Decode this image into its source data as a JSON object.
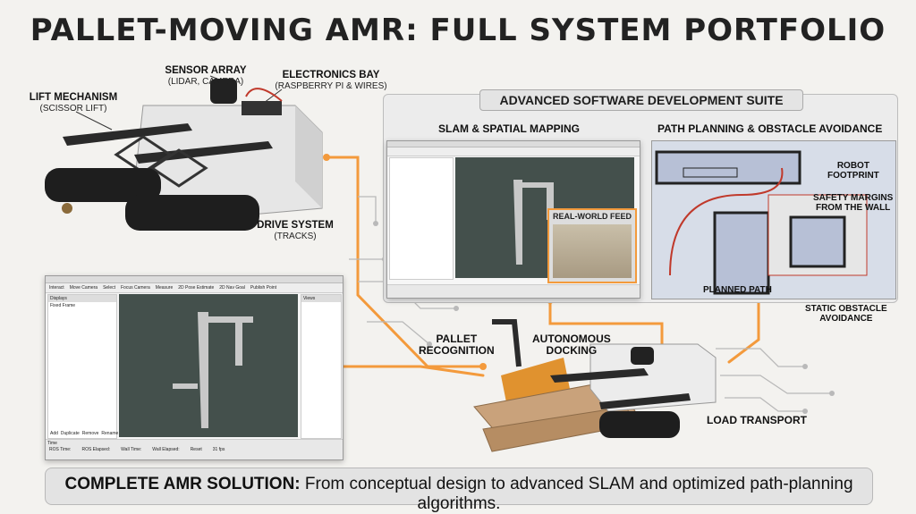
{
  "title": "PALLET-MOVING AMR: FULL SYSTEM PORTFOLIO",
  "hardware": {
    "sensor_array": {
      "label": "SENSOR ARRAY",
      "sub": "(LIDAR, CAMERA)"
    },
    "electronics_bay": {
      "label": "ELECTRONICS BAY",
      "sub": "(RASPBERRY PI & WIRES)"
    },
    "lift_mechanism": {
      "label": "LIFT MECHANISM",
      "sub": "(SCISSOR LIFT)"
    },
    "drive_system": {
      "label": "DRIVE SYSTEM",
      "sub": "(TRACKS)"
    }
  },
  "software_suite": {
    "title": "ADVANCED SOFTWARE DEVELOPMENT SUITE",
    "slam_title": "SLAM & SPATIAL MAPPING",
    "path_title": "PATH PLANNING & OBSTACLE AVOIDANCE",
    "real_world_feed": "REAL-WORLD FEED",
    "robot_footprint": "ROBOT\nFOOTPRINT",
    "safety_margins": "SAFETY MARGINS\nFROM THE WALL",
    "planned_path": "PLANNED PATH",
    "static_obstacle": "STATIC OBSTACLE\nAVOIDANCE"
  },
  "workflow": {
    "pallet_recognition": "PALLET\nRECOGNITION",
    "autonomous_docking": "AUTONOMOUS\nDOCKING",
    "load_transport": "LOAD TRANSPORT"
  },
  "rviz": {
    "toolbar": [
      "Interact",
      "Move Camera",
      "Select",
      "Focus Camera",
      "Measure",
      "2D Pose Estimate",
      "2D Nav Goal",
      "Publish Point"
    ],
    "displays_header": "Displays",
    "views_header": "Views",
    "fixed_frame": "Fixed Frame",
    "time_header": "Time",
    "add": "Add",
    "duplicate": "Duplicate",
    "remove": "Remove",
    "rename": "Rename",
    "ros_time": "ROS Time:",
    "ros_elapsed": "ROS Elapsed:",
    "wall_time": "Wall Time:",
    "wall_elapsed": "Wall Elapsed:",
    "reset": "Reset",
    "fps": "31 fps"
  },
  "colors": {
    "orange": "#f39a3c",
    "dark": "#2b2b2b",
    "map": "#44504c",
    "accent_red": "#c0392b"
  },
  "footer": {
    "bold": "COMPLETE AMR SOLUTION:",
    "rest": "From conceptual design to advanced SLAM and optimized path-planning algorithms."
  }
}
